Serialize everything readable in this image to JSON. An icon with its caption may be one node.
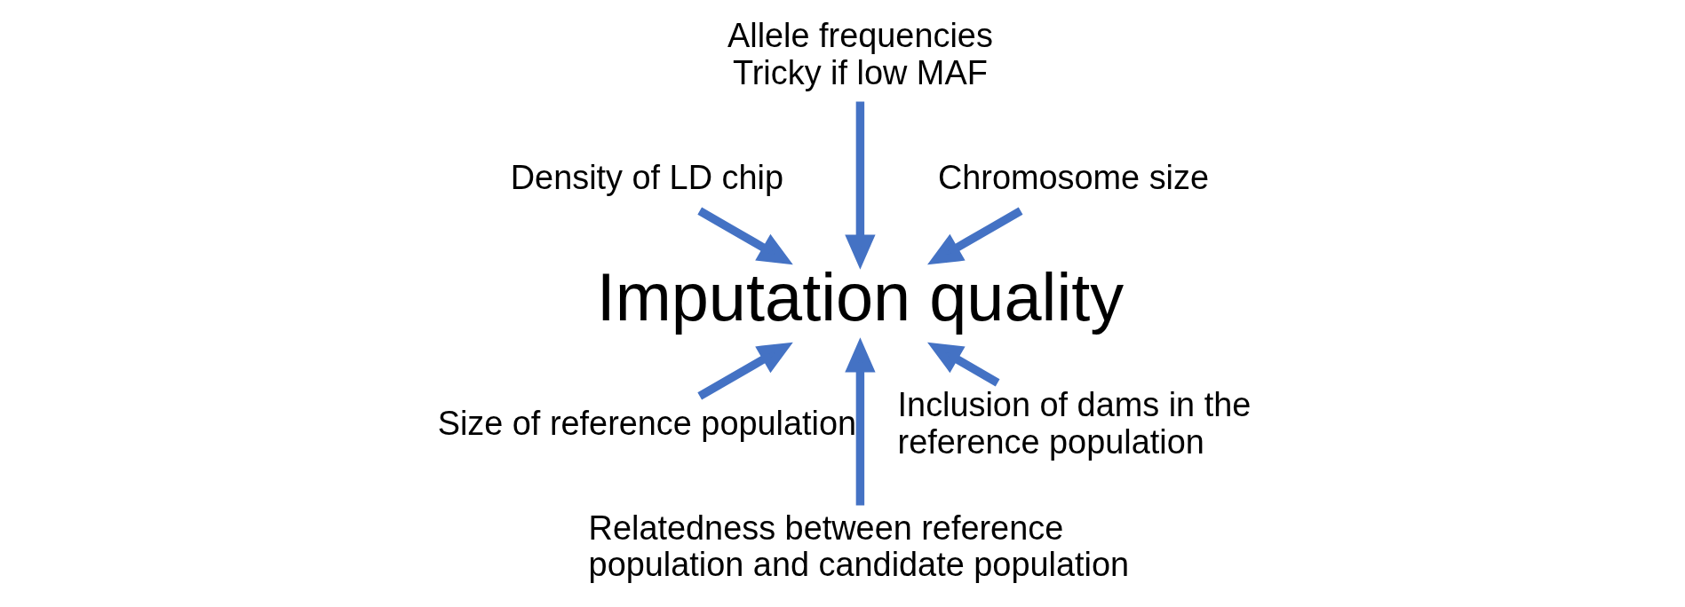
{
  "diagram": {
    "nodes": [
      {
        "text": [
          "Imputation quality"
        ]
      },
      {
        "text": [
          "Allele frequencies",
          "Tricky if low MAF"
        ]
      },
      {
        "text": [
          "Density of LD chip"
        ]
      },
      {
        "text": [
          "Chromosome size"
        ]
      },
      {
        "text": [
          "Size of reference population"
        ]
      },
      {
        "text": [
          "Relatedness between reference population and candidate population"
        ]
      },
      {
        "text": [
          "Inclusion of dams in the reference population"
        ]
      }
    ],
    "edges": [
      {
        "from": 1,
        "to": 0,
        "arrow": "to"
      },
      {
        "from": 2,
        "to": 0,
        "arrow": "to"
      },
      {
        "from": 3,
        "to": 0,
        "arrow": "to"
      },
      {
        "from": 4,
        "to": 0,
        "arrow": "to"
      },
      {
        "from": 5,
        "to": 0,
        "arrow": "to"
      },
      {
        "from": 6,
        "to": 0,
        "arrow": "to"
      }
    ]
  }
}
